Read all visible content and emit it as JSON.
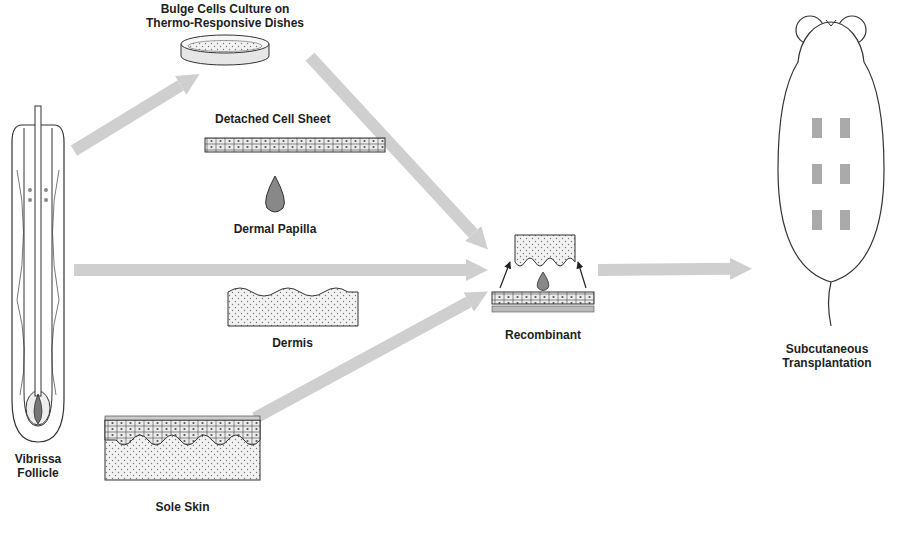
{
  "diagram": {
    "nodes": [
      {
        "text": [
          "Bulge Cells Culture on Thermo-Responsive Dishes"
        ]
      },
      {
        "text": [
          "Detached Cell Sheet"
        ]
      },
      {
        "text": [
          "Vibrissa Follicle"
        ]
      },
      {
        "text": [
          "Dermal Papilla"
        ]
      },
      {
        "text": [
          "Dermis"
        ]
      },
      {
        "text": [
          "Sole Skin"
        ]
      },
      {
        "text": [
          "Recombinant"
        ]
      },
      {
        "text": [
          "Subcutaneous Transplantation"
        ]
      }
    ],
    "edges": [
      {
        "from": 2,
        "to": 0,
        "arrow": "to"
      },
      {
        "from": 0,
        "to": 6,
        "arrow": "to"
      },
      {
        "from": 2,
        "to": 6,
        "arrow": "to"
      },
      {
        "from": 5,
        "to": 6,
        "arrow": "to"
      },
      {
        "from": 6,
        "to": 7,
        "arrow": "to"
      }
    ]
  }
}
